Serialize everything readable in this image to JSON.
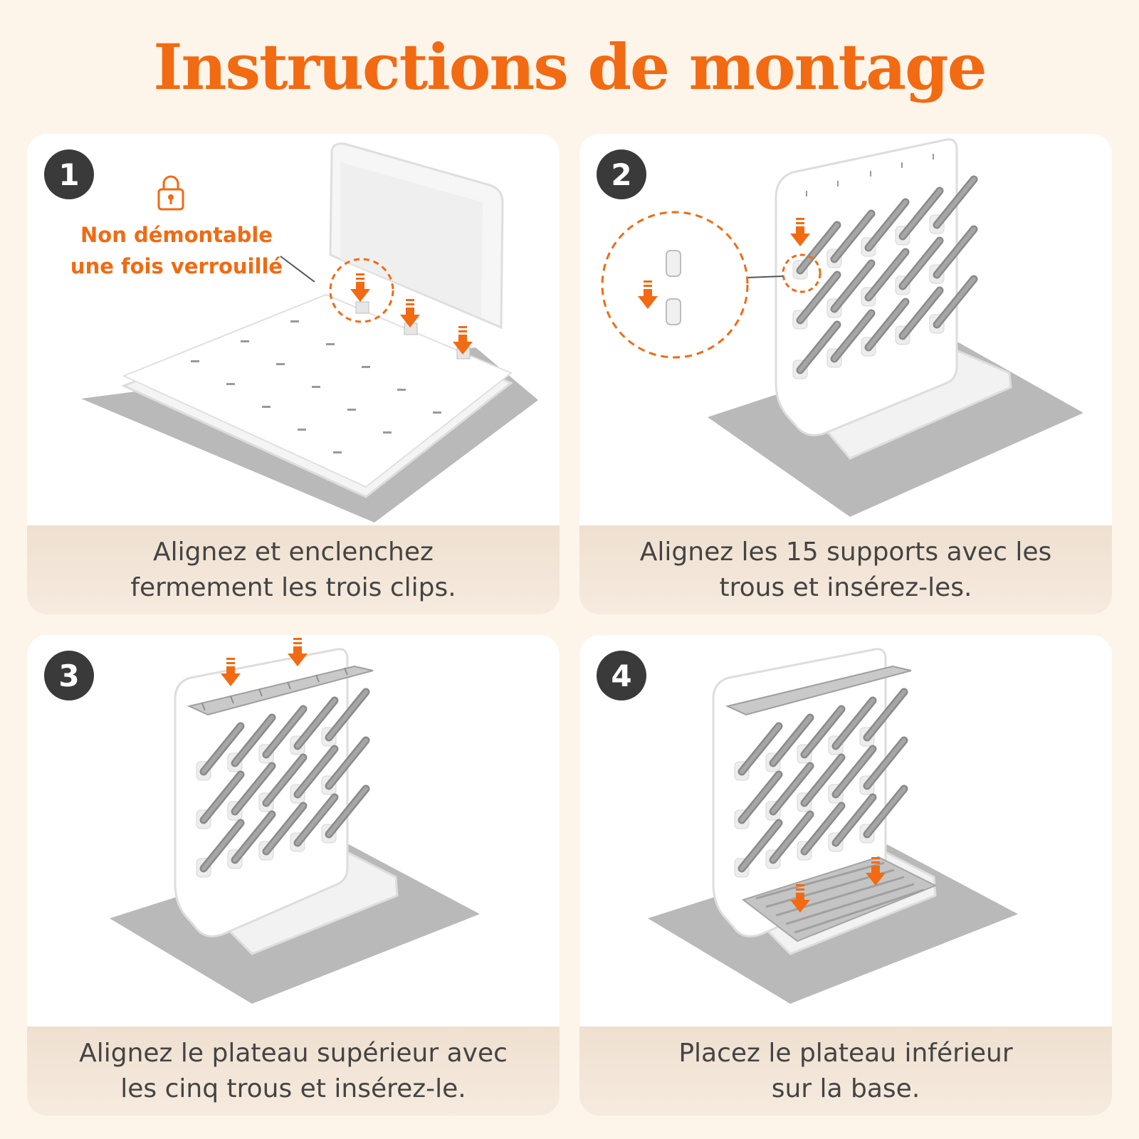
{
  "title": "Instructions de montage",
  "colors": {
    "accent": "#f26a12",
    "badge": "#3a3a3a",
    "mat": "#b9b9b9",
    "caption_text": "#444444",
    "background": "#fdf4ea"
  },
  "steps": [
    {
      "number": "1",
      "caption": "Alignez et enclenchez\nfermement les trois clips.",
      "warning": "Non démontable\nune fois verrouillé",
      "icon": "lock-icon"
    },
    {
      "number": "2",
      "caption": "Alignez les 15 supports avec les\ntrous et insérez-les."
    },
    {
      "number": "3",
      "caption": "Alignez le plateau supérieur avec\nles cinq trous et insérez-le."
    },
    {
      "number": "4",
      "caption": "Placez le plateau inférieur\nsur la base."
    }
  ]
}
